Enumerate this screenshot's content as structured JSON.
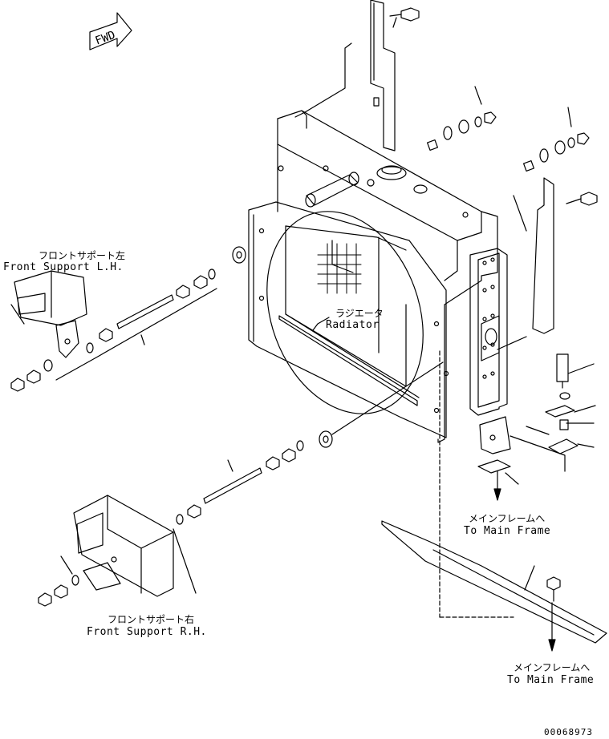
{
  "direction_tag": "FWD",
  "labels": {
    "front_support_lh": {
      "jp": "フロントサポート左",
      "en": "Front Support L.H."
    },
    "front_support_rh": {
      "jp": "フロントサポート右",
      "en": "Front Support R.H."
    },
    "radiator": {
      "jp": "ラジエータ",
      "en": "Radiator"
    },
    "to_main_frame_upper": {
      "jp": "メインフレームへ",
      "en": "To Main Frame"
    },
    "to_main_frame_lower": {
      "jp": "メインフレームへ",
      "en": "To Main Frame"
    }
  },
  "drawing_number": "00068973"
}
